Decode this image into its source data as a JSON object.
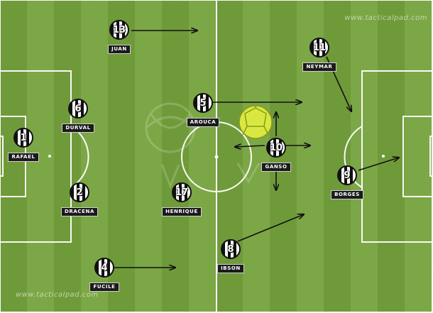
{
  "watermark": "www.tacticalpad.com",
  "colors": {
    "pitch_dark": "#6f9a3a",
    "pitch_light": "#7ca746",
    "lines": "#ffffff",
    "arrows": "#111111"
  },
  "players": [
    {
      "number": "1",
      "name": "RAFAEL"
    },
    {
      "number": "6",
      "name": "DURVAL"
    },
    {
      "number": "2",
      "name": "DRACENA"
    },
    {
      "number": "4",
      "name": "FUCILE"
    },
    {
      "number": "13",
      "name": "JUAN"
    },
    {
      "number": "5",
      "name": "AROUCA"
    },
    {
      "number": "17",
      "name": "HENRIQUE"
    },
    {
      "number": "8",
      "name": "IBSON"
    },
    {
      "number": "10",
      "name": "GANSO"
    },
    {
      "number": "11",
      "name": "NEYMAR"
    },
    {
      "number": "9",
      "name": "BORGES"
    }
  ]
}
